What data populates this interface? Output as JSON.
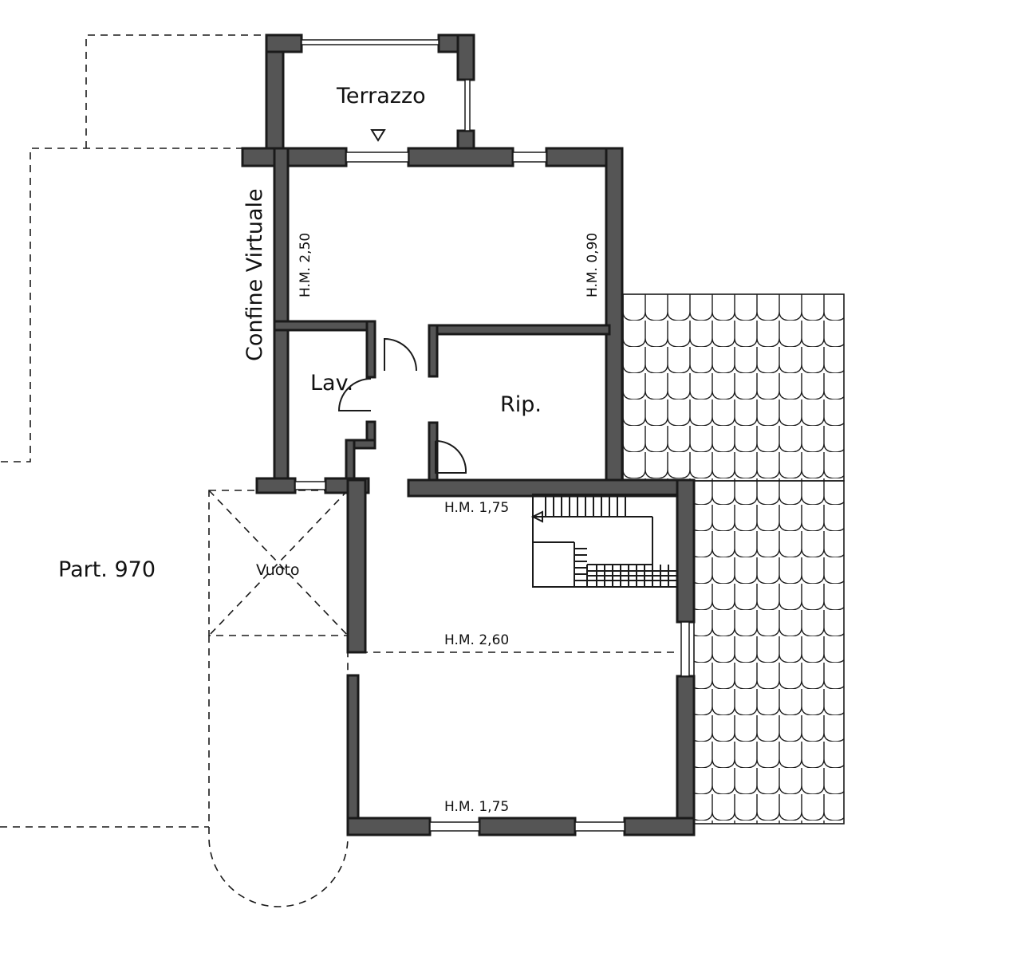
{
  "labels": {
    "terrazzo": "Terrazzo",
    "confine": "Confine Virtuale",
    "hm_left": "H.M. 2,50",
    "hm_right": "H.M. 0,90",
    "lav": "Lav.",
    "rip": "Rip.",
    "hm_stair": "H.M. 1,75",
    "part": "Part. 970",
    "vuoto": "Vuoto",
    "hm_mid": "H.M. 2,60",
    "hm_bottom": "H.M. 1,75"
  },
  "colors": {
    "wall_fill": "#555555",
    "line": "#1a1a1a",
    "background": "#ffffff"
  },
  "icons": {
    "terrace_marker": "triangle-down-icon",
    "stair_arrow": "arrow-left-icon",
    "roof_pattern": "roof-tiles"
  }
}
